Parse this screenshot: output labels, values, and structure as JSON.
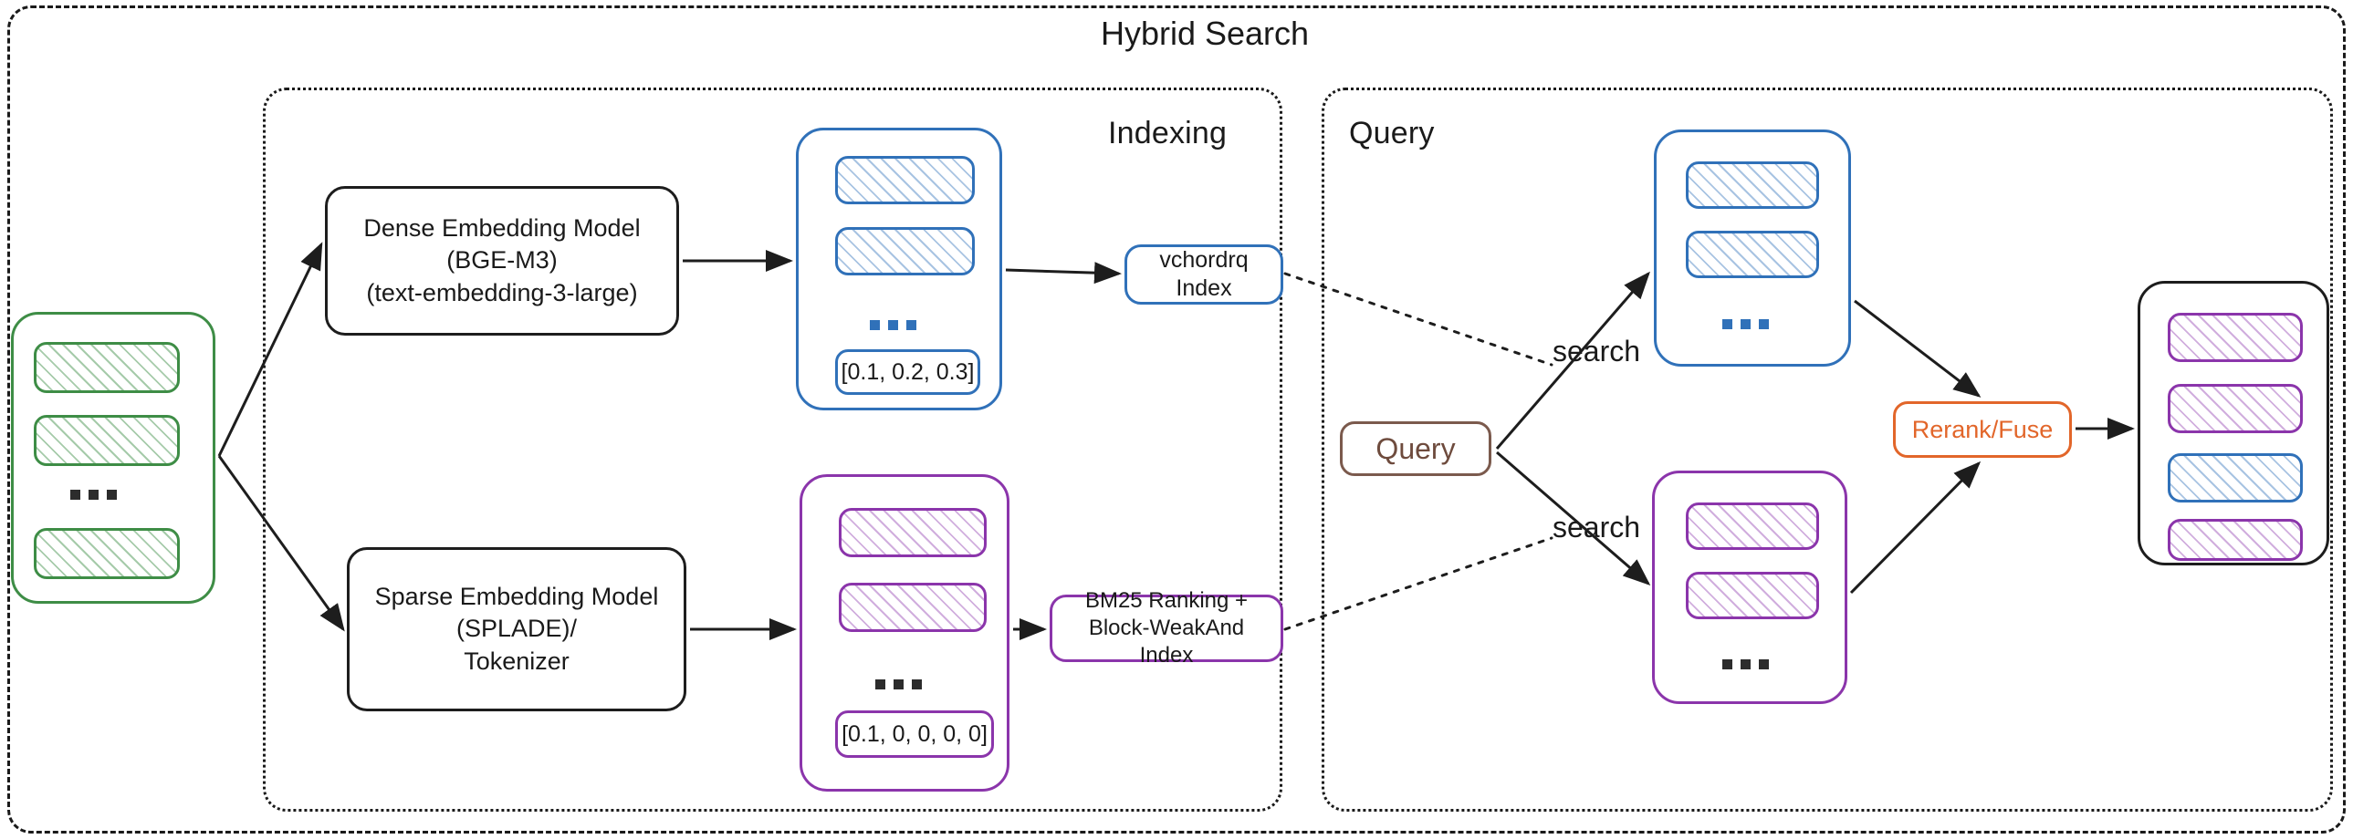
{
  "diagram": {
    "title": "Hybrid Search",
    "sections": {
      "indexing": {
        "label": "Indexing"
      },
      "query": {
        "label": "Query"
      }
    }
  },
  "indexing": {
    "source_documents": {
      "name": "source-documents",
      "color": "#3e8d46",
      "chunk_count": 3,
      "ellipsis": "..."
    },
    "models": [
      {
        "id": "dense-embedding-model",
        "lines": [
          "Dense Embedding Model",
          "(BGE-M3)",
          "(text-embedding-3-large)"
        ]
      },
      {
        "id": "sparse-embedding-model",
        "lines": [
          "Sparse Embedding Model",
          "(SPLADE)/",
          "Tokenizer"
        ]
      }
    ],
    "dense_vectors": {
      "color": "#3071b9",
      "chunk_count": 2,
      "ellipsis": "...",
      "vector_value": "[0.1, 0.2, 0.3]"
    },
    "sparse_vectors": {
      "color": "#8b35ab",
      "chunk_count": 2,
      "ellipsis": "...",
      "vector_value": "[0.1, 0, 0, 0, 0]"
    },
    "indexes": [
      {
        "id": "vchordrq-index",
        "color": "#3071b9",
        "lines": [
          "vchordrq",
          "Index"
        ]
      },
      {
        "id": "bm25-index",
        "color": "#8b35ab",
        "lines": [
          "BM25 Ranking +",
          "Block-WeakAnd Index"
        ]
      }
    ]
  },
  "query": {
    "query_pill": {
      "label": "Query",
      "color": "#6e4b3d"
    },
    "edges": [
      {
        "id": "search-dense",
        "label": "search"
      },
      {
        "id": "search-sparse",
        "label": "search"
      }
    ],
    "dense_results": {
      "color": "#3071b9",
      "chunk_count": 2,
      "ellipsis": "..."
    },
    "sparse_results": {
      "color": "#8b35ab",
      "chunk_count": 2,
      "ellipsis": "..."
    },
    "rerank": {
      "label": "Rerank/Fuse",
      "color": "#e2662a"
    },
    "final_results": {
      "color": "#1d1d1d",
      "items": [
        "purple",
        "purple",
        "blue",
        "purple"
      ]
    }
  },
  "colors": {
    "green": "#3e8d46",
    "blue": "#3071b9",
    "purple": "#8b35ab",
    "orange": "#e2662a",
    "brown": "#6e4b3d",
    "black": "#1d1d1d"
  }
}
